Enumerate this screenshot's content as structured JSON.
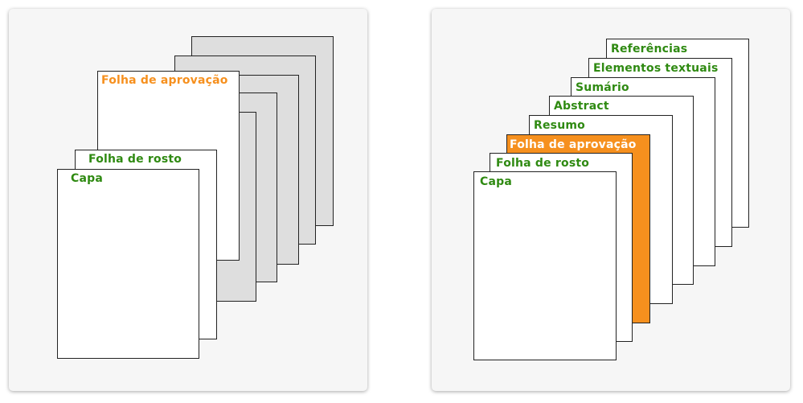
{
  "colors": {
    "green_text": "#2f8a12",
    "orange": "#f6901e",
    "grey_sheet": "#dedede",
    "white_sheet": "#ffffff",
    "border": "#222222"
  },
  "left_diagram": {
    "capa": "Capa",
    "folha_de_rosto": "Folha de rosto",
    "folha_de_aprovacao": "Folha de aprovação"
  },
  "right_diagram": {
    "capa": "Capa",
    "folha_de_rosto": "Folha de rosto",
    "folha_de_aprovacao": "Folha de aprovação",
    "resumo": "Resumo",
    "abstract": "Abstract",
    "sumario": "Sumário",
    "elementos_textuais": "Elementos textuais",
    "referencias": "Referências"
  }
}
